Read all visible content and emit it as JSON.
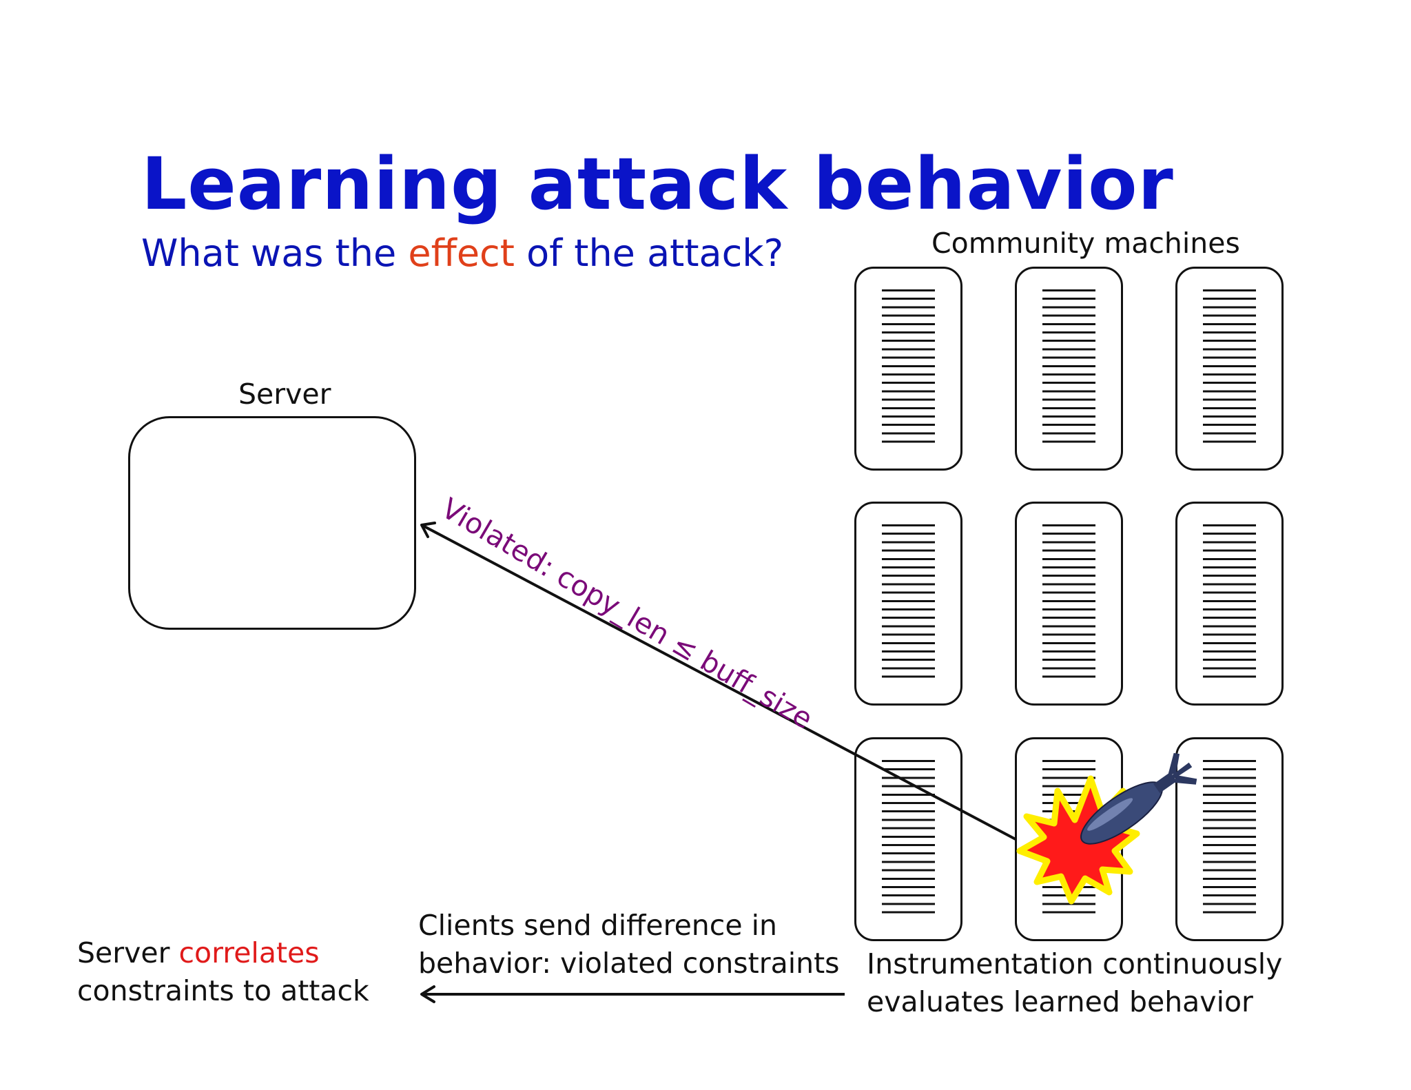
{
  "title": "Learning attack behavior",
  "subtitle": {
    "before": "What was the ",
    "highlight": "effect",
    "after": " of the attack?"
  },
  "community_label": "Community machines",
  "server_label": "Server",
  "violated_label": "Violated:  copy_len ≤ buff_size",
  "clients_text": {
    "line1": "Clients send difference in",
    "line2": "behavior: violated constraints"
  },
  "instrumentation_text": {
    "line1": "Instrumentation continuously",
    "line2": "evaluates learned behavior"
  },
  "correlates_text": {
    "before": "Server ",
    "highlight": "correlates",
    "line2": "constraints to attack"
  },
  "colors": {
    "title": "#0a14c8",
    "highlight_effect": "#e0401a",
    "highlight_correlates": "#e01a1a",
    "violated": "#7a0a78",
    "explosion_fill": "#ff1a1a",
    "explosion_outline": "#ffee00",
    "bomb": "#3a4a78"
  },
  "icons": [
    "explosion-icon",
    "bomb-icon"
  ]
}
